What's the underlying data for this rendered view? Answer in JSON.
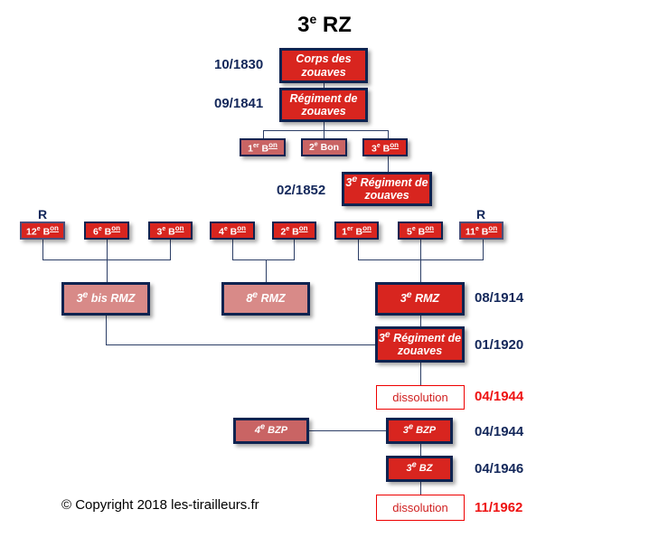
{
  "title": {
    "main": "3",
    "sup": "e",
    "rest": " RZ"
  },
  "dates": {
    "d1830": "10/1830",
    "d1841": "09/1841",
    "d1852": "02/1852",
    "d1914": "08/1914",
    "d1920": "01/1920",
    "d1944_diss": "04/1944",
    "d1944_bzp": "04/1944",
    "d1946": "04/1946",
    "d1962": "11/1962"
  },
  "nodes": {
    "corps": "Corps des zouaves",
    "regiment1841": "Régiment de zouaves",
    "bat1_1841": {
      "n": "1",
      "sup": "er",
      "b": "B",
      "u": "on"
    },
    "bat2_1841": {
      "n": "2",
      "sup": "e",
      "b": " Bon"
    },
    "bat3_1841": {
      "n": "3",
      "sup": "e",
      "b": "B",
      "u": "on"
    },
    "regiment1852": {
      "n": "3",
      "sup": "e",
      "rest": " Régiment de zouaves"
    },
    "row": [
      {
        "n": "12",
        "sup": "e",
        "b": "B",
        "u": "on"
      },
      {
        "n": "6",
        "sup": "e",
        "b": "B",
        "u": "on"
      },
      {
        "n": "3",
        "sup": "e",
        "b": "B",
        "u": "on"
      },
      {
        "n": "4",
        "sup": "e",
        "b": "B",
        "u": "on"
      },
      {
        "n": "2",
        "sup": "e",
        "b": "B",
        "u": "on"
      },
      {
        "n": "1",
        "sup": "er",
        "b": "B",
        "u": "on"
      },
      {
        "n": "5",
        "sup": "e",
        "b": "B",
        "u": "on"
      },
      {
        "n": "11",
        "sup": "e",
        "b": "B",
        "u": "on"
      }
    ],
    "reserve_mark": "R",
    "rmz_bis": {
      "n": "3",
      "sup": "e",
      "rest": " bis RMZ"
    },
    "rmz8": {
      "n": "8",
      "sup": "e",
      "rest": " RMZ"
    },
    "rmz3": {
      "n": "3",
      "sup": "e",
      "rest": " RMZ"
    },
    "regiment1920": {
      "n": "3",
      "sup": "e",
      "rest": " Régiment de zouaves"
    },
    "dissolution1": "dissolution",
    "bzp4": {
      "n": "4",
      "sup": "e",
      "rest": " BZP"
    },
    "bzp3": {
      "n": "3",
      "sup": "e",
      "rest": " BZP"
    },
    "bz3": {
      "n": "3",
      "sup": "e",
      "rest": " BZ"
    },
    "dissolution2": "dissolution"
  },
  "footer": {
    "copyright": "© Copyright 2018 les-tirailleurs.fr"
  },
  "colors": {
    "active": "#d8251f",
    "inactive": "#d88a88",
    "border": "#0f2350",
    "date": "#13275a",
    "dissolution": "#ee1111"
  }
}
